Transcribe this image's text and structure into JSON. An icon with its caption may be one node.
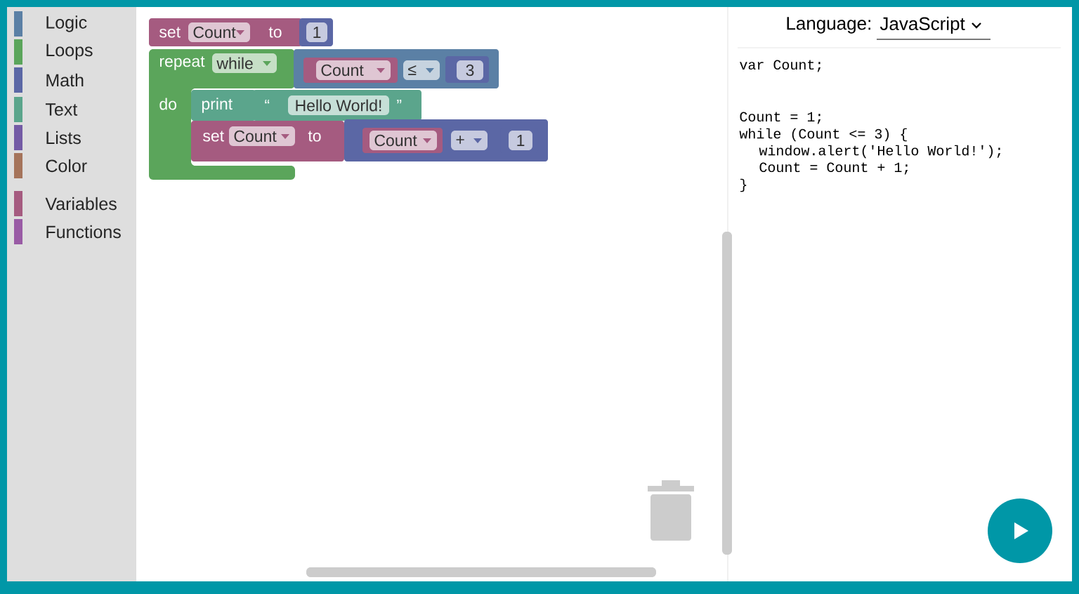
{
  "diagram": {
    "nodes": [
      {
        "text": [
          "set",
          "Count",
          "to"
        ]
      },
      {
        "text": [
          "1"
        ]
      },
      {
        "text": [
          "repeat",
          "while",
          "do"
        ]
      },
      {
        "text": [
          "≤"
        ]
      },
      {
        "text": [
          "Count"
        ],
        "in": 3
      },
      {
        "text": [
          "3"
        ],
        "in": 3
      },
      {
        "text": [
          "print"
        ]
      },
      {
        "text": [
          "“",
          "Hello World!",
          "”"
        ]
      },
      {
        "text": [
          "set",
          "Count",
          "to"
        ]
      },
      {
        "text": [
          "+"
        ]
      },
      {
        "text": [
          "Count"
        ],
        "in": 9
      },
      {
        "text": [
          "1"
        ],
        "in": 9
      }
    ],
    "labels": [
      "Language:",
      "JavaScript",
      "var Count;",
      "Count = 1;",
      "while (Count <= 3) {",
      "window.alert('Hello World!');",
      "Count = Count + 1;",
      "}"
    ],
    "legend": [
      {
        "text": "Logic",
        "color": "#5b80a5"
      },
      {
        "text": "Loops",
        "color": "#5ba55b"
      },
      {
        "text": "Math",
        "color": "#5b67a5"
      },
      {
        "text": "Text",
        "color": "#5ba58c"
      },
      {
        "text": "Lists",
        "color": "#745ba5"
      },
      {
        "text": "Color",
        "color": "#a5745b"
      },
      {
        "text": "Variables",
        "color": "#a55b80"
      },
      {
        "text": "Functions",
        "color": "#995ba5"
      }
    ]
  }
}
